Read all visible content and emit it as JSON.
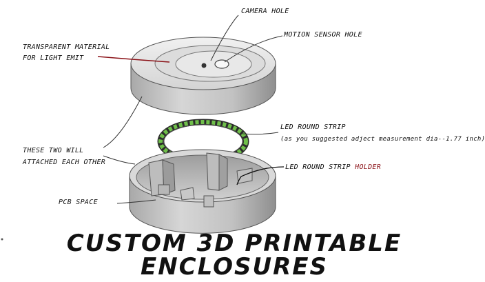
{
  "labels": {
    "camera_hole": "CAMERA HOLE",
    "motion_sensor_hole": "MOTION SENSOR HOLE",
    "transparent_line1": "TRANSPARENT MATERIAL",
    "transparent_line2": "FOR LIGHT EMIT",
    "led_strip": "LED ROUND STRIP",
    "led_strip_note": "(as you suggested adject measurement dia--1.77 inch)",
    "these_two_line1": "THESE TWO WILL",
    "these_two_line2": "ATTACHED EACH OTHER",
    "holder_prefix": "LED ROUND STRIP",
    "holder_highlight": "HOLDER",
    "pcb_space": "PCB SPACE"
  },
  "title": {
    "line1": "CUSTOM 3D PRINTABLE",
    "line2": "ENCLOSURES"
  },
  "colors": {
    "background": "#ffffff",
    "body_gray": "#c9c9c9",
    "top_face": "#e6e6e6",
    "led_green": "#6fbf4a",
    "leader_red": "#8a1016"
  }
}
